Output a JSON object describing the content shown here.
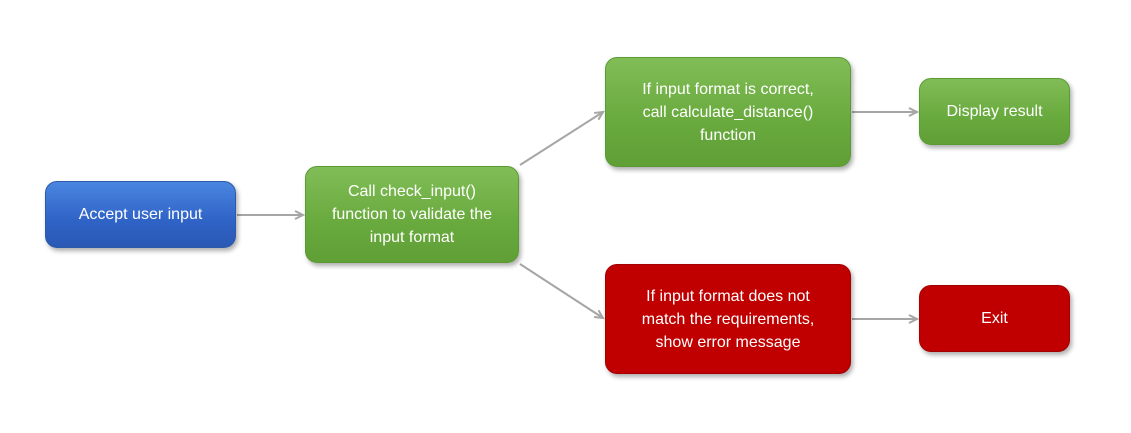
{
  "nodes": {
    "accept_input": "Accept user input",
    "check_input": "Call check_input()\nfunction to validate the\ninput format",
    "format_correct": "If input format is correct,\ncall  calculate_distance()\nfunction",
    "display_result": "Display result",
    "format_error": "If input format does not\nmatch the requirements,\nshow error message",
    "exit": "Exit"
  },
  "colors": {
    "blue": "#3366cc",
    "green": "#70ad47",
    "red": "#c00000",
    "arrow": "#a6a6a6"
  }
}
